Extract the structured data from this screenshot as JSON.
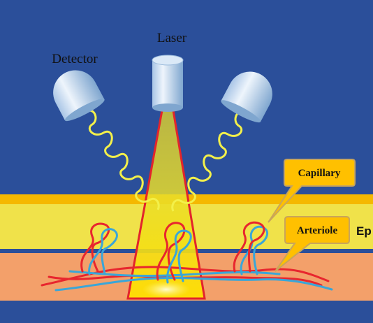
{
  "labels": {
    "laser": "Laser",
    "detector": "Detector",
    "capillary": "Capillary",
    "arteriole": "Arteriole",
    "layer_text": "Ep"
  },
  "colors": {
    "background": "#2b4f9a",
    "top_stripe": "#f5b800",
    "epidermis": "#f0e24a",
    "dermis": "#f3a06a",
    "beam_fill": "#f7d400",
    "beam_edge": "#e3242b",
    "wave": "#f3f04a",
    "vessel_red": "#e8262e",
    "vessel_blue": "#3aa6d8",
    "device_light": "#dbe9f7",
    "device_dark": "#7fa6cf",
    "callout_fill": "#ffc000",
    "callout_edge": "#c9a55a"
  },
  "icons": {
    "laser": "laser-device-icon",
    "detector_left": "detector-icon",
    "detector_right": "detector-icon"
  }
}
